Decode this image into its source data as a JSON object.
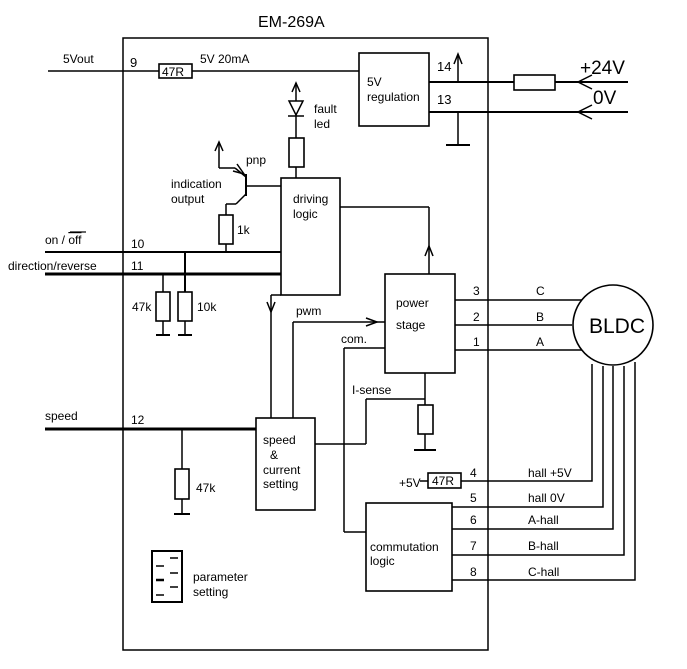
{
  "title": "EM-269A",
  "inputs": {
    "vout_label": "5Vout",
    "on_off_prefix": "on / ",
    "on_off_overlined": "off",
    "direction_label": "direction/reverse",
    "speed_label": "speed",
    "supply_pos": "+24V",
    "supply_neg": "0V"
  },
  "pins": {
    "p9": "9",
    "p10": "10",
    "p11": "11",
    "p12": "12",
    "p13": "13",
    "p14": "14",
    "p1": "1",
    "p2": "2",
    "p3": "3",
    "p4": "4",
    "p5": "5",
    "p6": "6",
    "p7": "7",
    "p8": "8"
  },
  "annotations": {
    "vout_rating": "5V  20mA",
    "fault_led_1": "fault",
    "fault_led_2": "led",
    "pnp": "pnp",
    "indication_1": "indication",
    "indication_2": "output",
    "pwm": "pwm",
    "com": "com.",
    "isense": "I-sense",
    "plus5v": "+5V",
    "param_1": "parameter",
    "param_2": "setting"
  },
  "resistors": {
    "r_vout": "47R",
    "r_1k": "1k",
    "r_47k_dir": "47k",
    "r_10k": "10k",
    "r_47k_speed": "47k",
    "r_hall": "47R"
  },
  "blocks": {
    "regulation_1": "5V",
    "regulation_2": "regulation",
    "driving_1": "driving",
    "driving_2": "logic",
    "power_1": "power",
    "power_2": "stage",
    "speed_1": "speed",
    "speed_2": "&",
    "speed_3": "current",
    "speed_4": "setting",
    "commutation_1": "commutation",
    "commutation_2": "logic"
  },
  "motor": {
    "label": "BLDC",
    "phase_c": "C",
    "phase_b": "B",
    "phase_a": "A",
    "hall_5v": "hall +5V",
    "hall_0v": "hall 0V",
    "hall_a": "A-hall",
    "hall_b": "B-hall",
    "hall_c": "C-hall"
  }
}
